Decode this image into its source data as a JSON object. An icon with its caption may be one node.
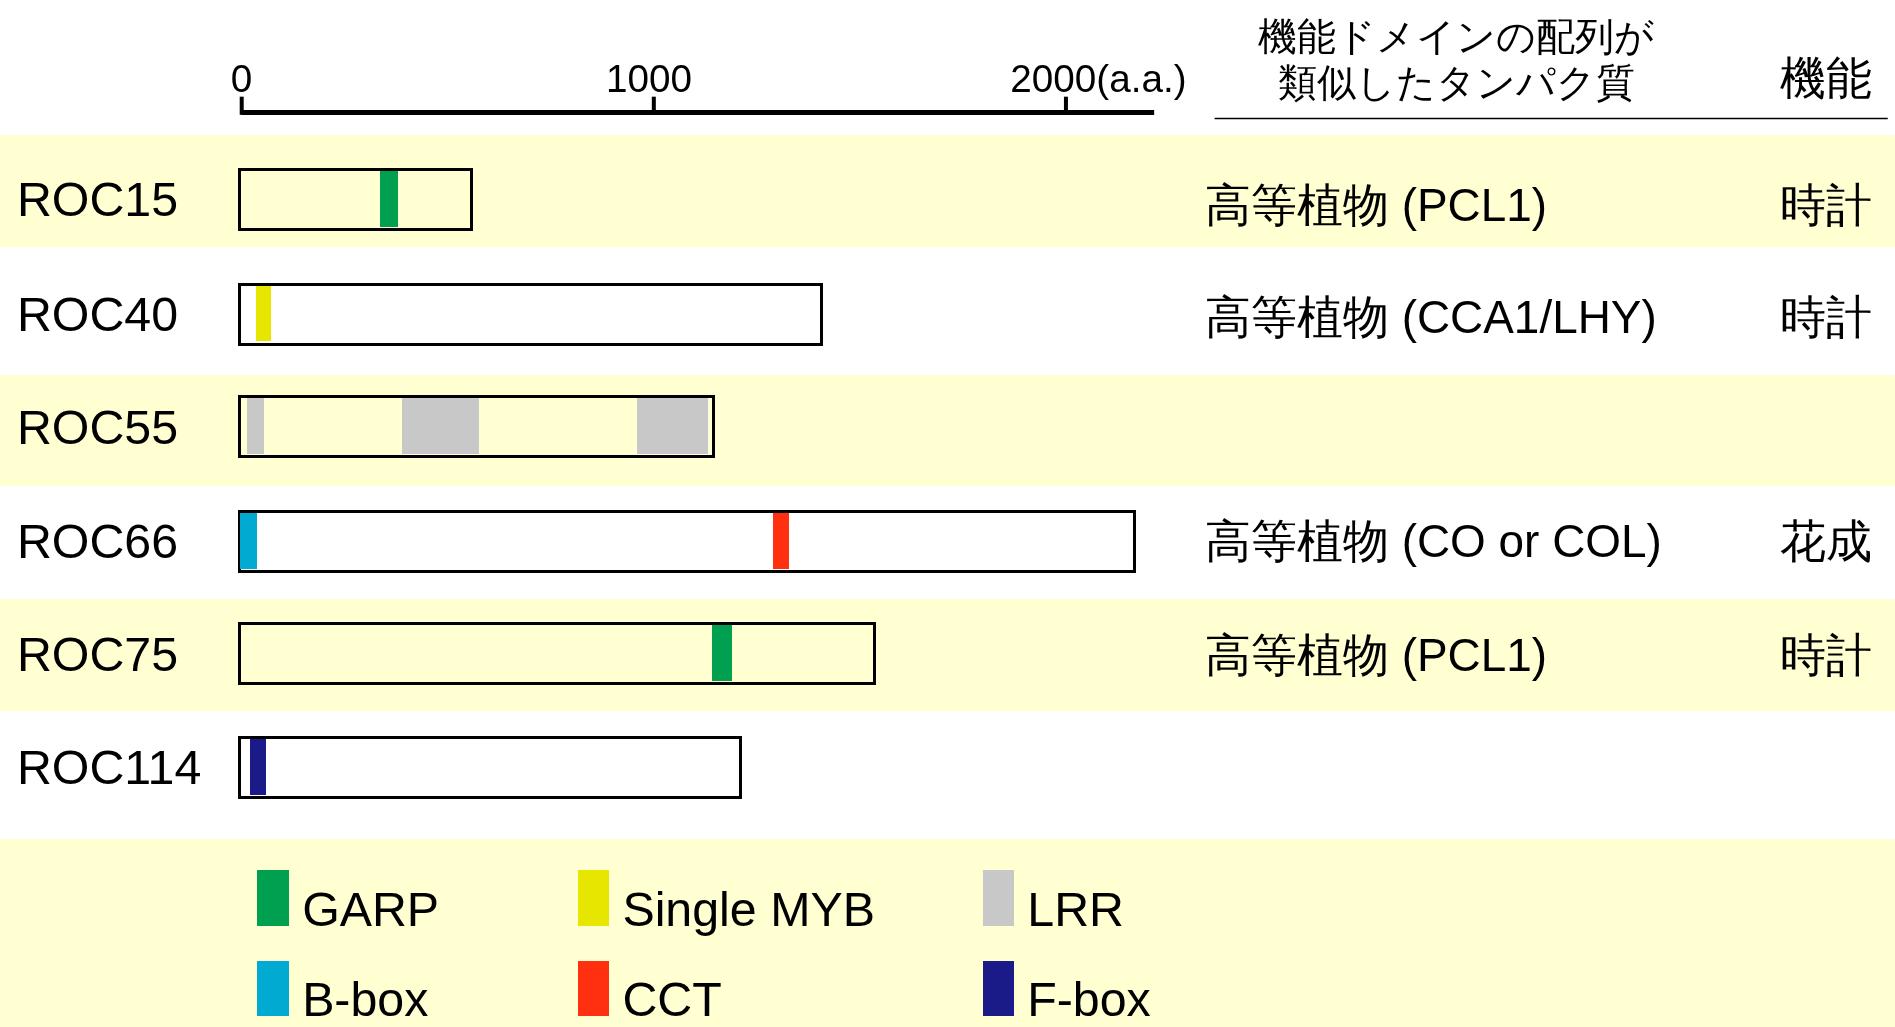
{
  "diagram": {
    "nodes": [
      {
        "text": [
          "ROC15"
        ]
      },
      {
        "text": [],
        "shape": "bar",
        "in": 0
      },
      {
        "text": [
          "ROC40"
        ]
      },
      {
        "text": [],
        "shape": "bar",
        "in": 2
      },
      {
        "text": [
          "ROC55"
        ]
      },
      {
        "text": [],
        "shape": "bar",
        "in": 4
      },
      {
        "text": [],
        "shape": "bar",
        "in": 4
      },
      {
        "text": [],
        "shape": "bar",
        "in": 4
      },
      {
        "text": [
          "ROC66"
        ]
      },
      {
        "text": [],
        "shape": "bar",
        "in": 8
      },
      {
        "text": [],
        "shape": "bar",
        "in": 8
      },
      {
        "text": [
          "ROC75"
        ]
      },
      {
        "text": [],
        "shape": "bar",
        "in": 11
      },
      {
        "text": [
          "ROC114"
        ]
      },
      {
        "text": [],
        "shape": "bar",
        "in": 13
      }
    ],
    "labels": [
      "0",
      "1000",
      "2000(a.a.)",
      "機能ドメインの配列が類似したタンパク質",
      "機能",
      "高等植物 (PCL1)",
      "時計",
      "高等植物 (CCA1/LHY)",
      "時計",
      "高等植物 (CO or COL)",
      "花成",
      "高等植物 (PCL1)",
      "時計"
    ],
    "legend": [
      {
        "text": "GARP",
        "color": "#00a050"
      },
      {
        "text": "Single MYB",
        "color": "#e6e600"
      },
      {
        "text": "LRR",
        "color": "#c8c8c8"
      },
      {
        "text": "B-box",
        "color": "#00aad0"
      },
      {
        "text": "CCT",
        "color": "#ff3010"
      },
      {
        "text": "F-box",
        "color": "#1a1a88"
      }
    ]
  }
}
